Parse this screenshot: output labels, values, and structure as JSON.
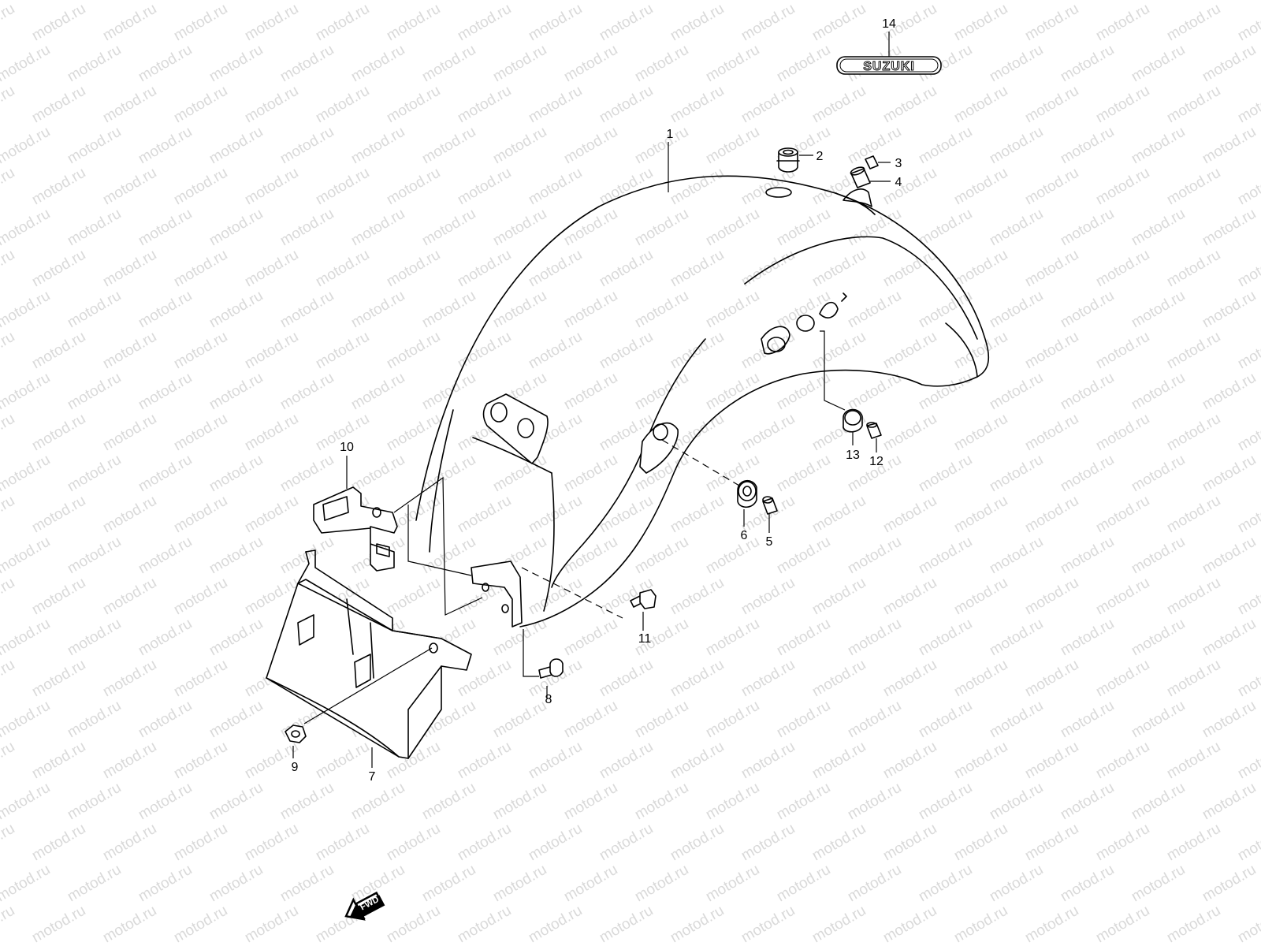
{
  "watermark": "motod.ru",
  "emblem_text": "SUZUKI",
  "fwd_text": "FWD",
  "callouts": [
    {
      "id": "1",
      "label": "1"
    },
    {
      "id": "2",
      "label": "2"
    },
    {
      "id": "3",
      "label": "3"
    },
    {
      "id": "4",
      "label": "4"
    },
    {
      "id": "5",
      "label": "5"
    },
    {
      "id": "6",
      "label": "6"
    },
    {
      "id": "7",
      "label": "7"
    },
    {
      "id": "8",
      "label": "8"
    },
    {
      "id": "9",
      "label": "9"
    },
    {
      "id": "10",
      "label": "10"
    },
    {
      "id": "11",
      "label": "11"
    },
    {
      "id": "12",
      "label": "12"
    },
    {
      "id": "13",
      "label": "13"
    },
    {
      "id": "14",
      "label": "14"
    }
  ]
}
